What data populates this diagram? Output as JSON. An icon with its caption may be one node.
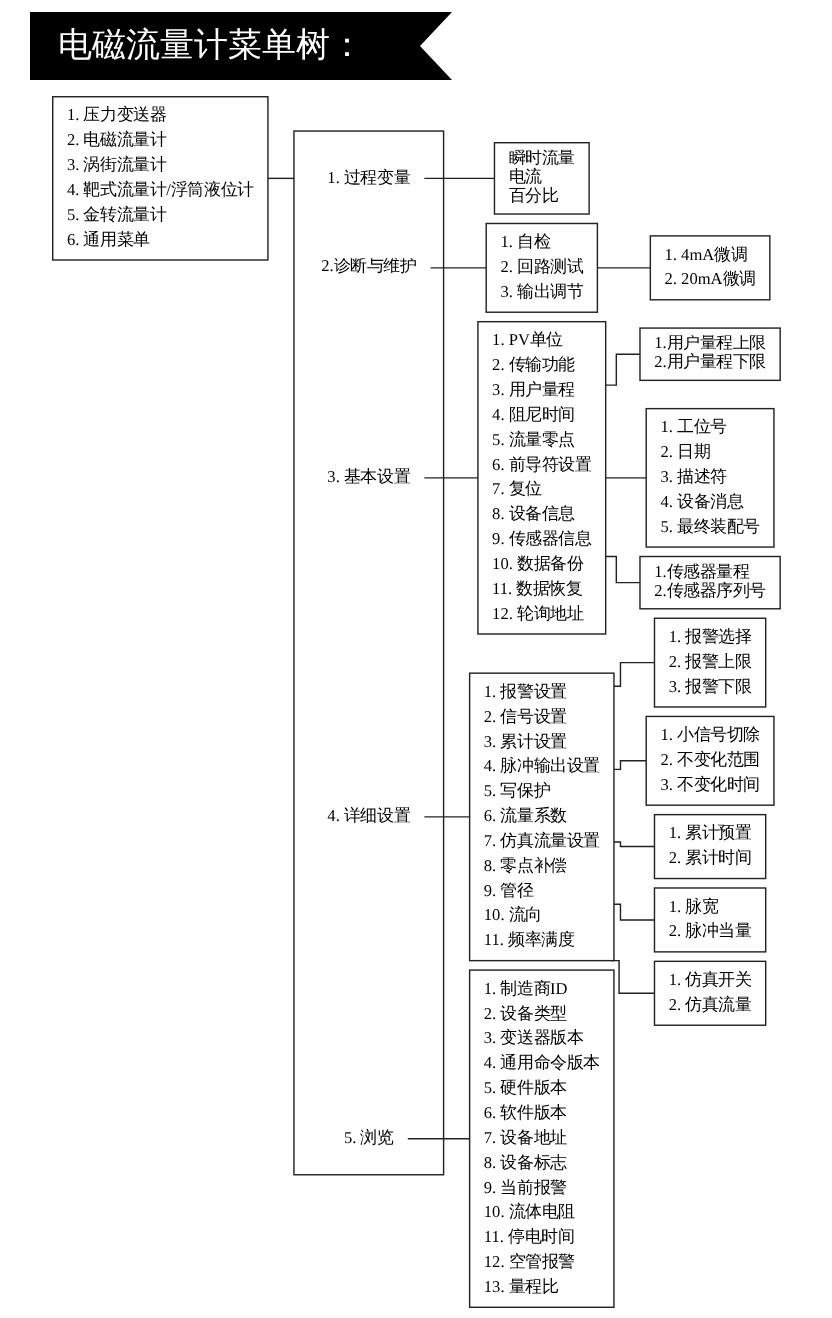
{
  "diagram": {
    "title": "电磁流量计菜单树：",
    "nodes": [
      {
        "text": [
          "1. 压力变送器",
          "2. 电磁流量计",
          "3. 涡街流量计",
          "4. 靶式流量计/浮筒液位计",
          "5. 金转流量计",
          "6. 通用菜单"
        ]
      },
      {
        "text": [],
        "shape": "box"
      },
      {
        "text": [
          "1. 过程变量"
        ],
        "in": 1
      },
      {
        "text": [
          "2.诊断与维护"
        ],
        "in": 1
      },
      {
        "text": [
          "3. 基本设置"
        ],
        "in": 1
      },
      {
        "text": [
          "4. 详细设置"
        ],
        "in": 1
      },
      {
        "text": [
          "5. 浏览"
        ],
        "in": 1
      },
      {
        "text": [
          "瞬时流量",
          "电流",
          "百分比"
        ]
      },
      {
        "text": [
          "1. 自检",
          "2. 回路测试",
          "3. 输出调节"
        ]
      },
      {
        "text": [
          "1. PV单位",
          "2. 传输功能",
          "3. 用户量程",
          "4. 阻尼时间",
          "5. 流量零点",
          "6. 前导符设置",
          "7. 复位",
          "8. 设备信息",
          "9. 传感器信息",
          "10. 数据备份",
          "11. 数据恢复",
          "12. 轮询地址"
        ]
      },
      {
        "text": [
          "1. 报警设置",
          "2. 信号设置",
          "3. 累计设置",
          "4. 脉冲输出设置",
          "5. 写保护",
          "6. 流量系数",
          "7. 仿真流量设置",
          "8. 零点补偿",
          "9. 管径",
          "10. 流向",
          "11. 频率满度"
        ]
      },
      {
        "text": [
          "1. 制造商ID",
          "2. 设备类型",
          "3. 变送器版本",
          "4. 通用命令版本",
          "5. 硬件版本",
          "6. 软件版本",
          "7. 设备地址",
          "8. 设备标志",
          "9. 当前报警",
          "10. 流体电阻",
          "11. 停电时间",
          "12. 空管报警",
          "13. 量程比"
        ]
      },
      {
        "text": [
          "1. 4mA微调",
          "2. 20mA微调"
        ]
      },
      {
        "text": [
          "1.用户量程上限",
          "2.用户量程下限"
        ]
      },
      {
        "text": [
          "1. 工位号",
          "2. 日期",
          "3. 描述符",
          "4. 设备消息",
          "5. 最终装配号"
        ]
      },
      {
        "text": [
          "1.传感器量程",
          "2.传感器序列号"
        ]
      },
      {
        "text": [
          "1. 报警选择",
          "2. 报警上限",
          "3. 报警下限"
        ]
      },
      {
        "text": [
          "1. 小信号切除",
          "2. 不变化范围",
          "3. 不变化时间"
        ]
      },
      {
        "text": [
          "1. 累计预置",
          "2. 累计时间"
        ]
      },
      {
        "text": [
          "1. 脉宽",
          "2. 脉冲当量"
        ]
      },
      {
        "text": [
          "1. 仿真开关",
          "2. 仿真流量"
        ]
      }
    ],
    "edges": [
      {
        "from": 0,
        "to": 1,
        "arrow": "none"
      },
      {
        "from": 2,
        "to": 7,
        "arrow": "none"
      },
      {
        "from": 3,
        "to": 8,
        "arrow": "none"
      },
      {
        "from": 4,
        "to": 9,
        "arrow": "none"
      },
      {
        "from": 5,
        "to": 10,
        "arrow": "none"
      },
      {
        "from": 6,
        "to": 11,
        "arrow": "none"
      },
      {
        "from": 8,
        "to": 12,
        "arrow": "none"
      },
      {
        "from": 9,
        "to": 13,
        "arrow": "none"
      },
      {
        "from": 9,
        "to": 14,
        "arrow": "none"
      },
      {
        "from": 9,
        "to": 15,
        "arrow": "none"
      },
      {
        "from": 10,
        "to": 16,
        "arrow": "none"
      },
      {
        "from": 10,
        "to": 17,
        "arrow": "none"
      },
      {
        "from": 10,
        "to": 18,
        "arrow": "none"
      },
      {
        "from": 10,
        "to": 19,
        "arrow": "none"
      },
      {
        "from": 10,
        "to": 20,
        "arrow": "none"
      }
    ]
  }
}
